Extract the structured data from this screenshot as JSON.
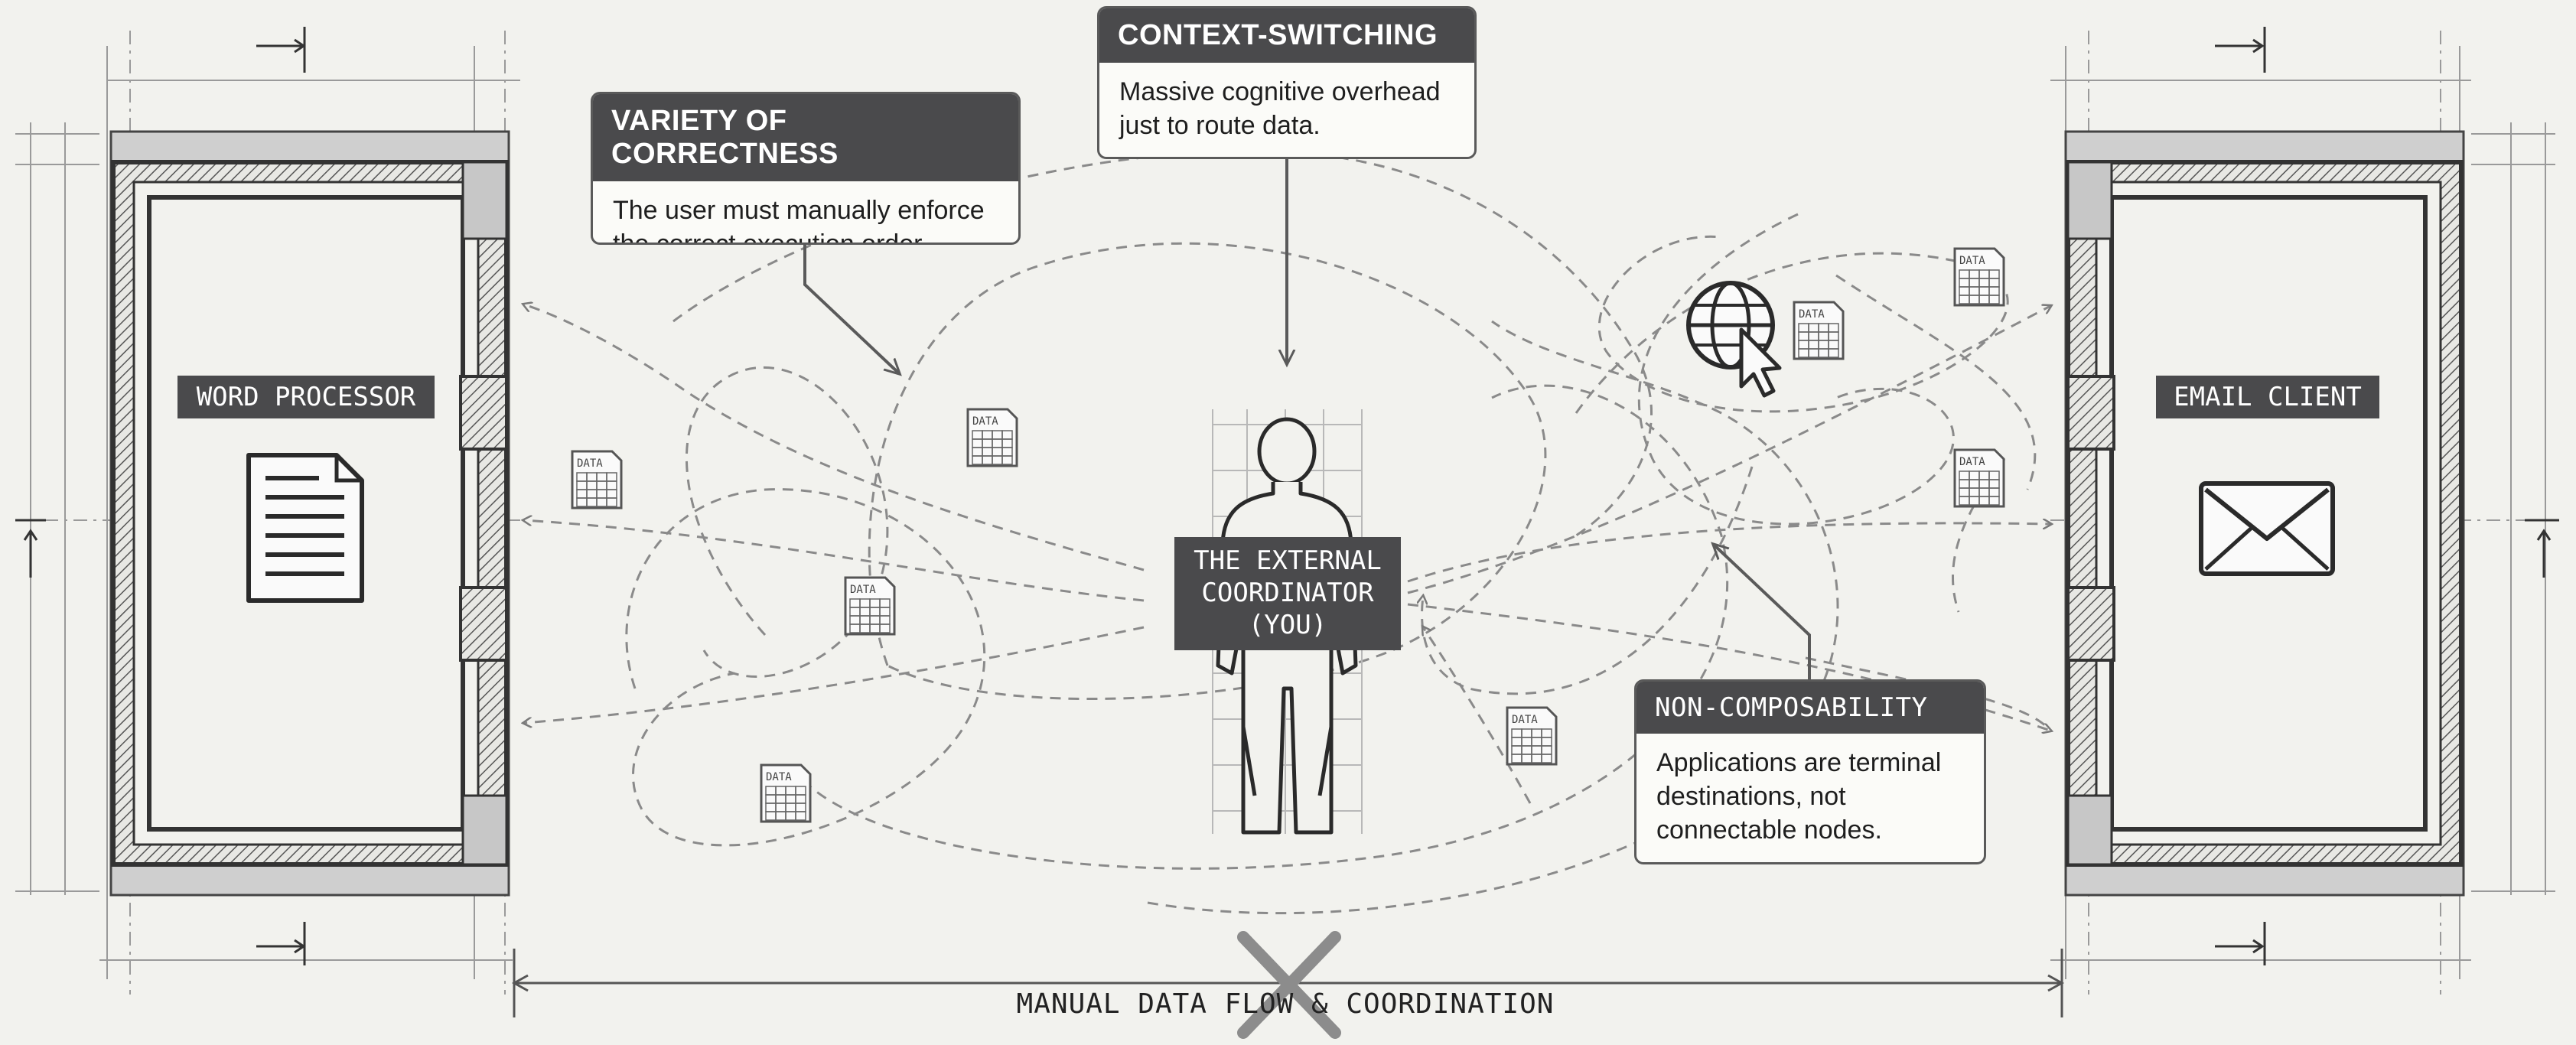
{
  "apps": {
    "left": {
      "label": "WORD PROCESSOR",
      "icon": "document-icon"
    },
    "right": {
      "label": "EMAIL CLIENT",
      "icon": "envelope-icon"
    }
  },
  "coordinator": {
    "label_lines": [
      "THE EXTERNAL",
      "COORDINATOR",
      "(YOU)"
    ]
  },
  "callouts": {
    "correctness": {
      "title": "VARIETY OF CORRECTNESS",
      "body": "The user must manually enforce the correct execution order."
    },
    "context_switching": {
      "title": "CONTEXT-SWITCHING",
      "body": "Massive cognitive overhead just to route data."
    },
    "non_composability": {
      "title": "NON-COMPOSABILITY",
      "body": "Applications are terminal destinations, not connectable nodes."
    }
  },
  "data_tag": "DATA",
  "bottom_label": "MANUAL DATA FLOW & COORDINATION",
  "icons": [
    "globe-cursor-icon",
    "data-file-icon",
    "cross-icon",
    "person-icon"
  ],
  "colors": {
    "background": "#f2f2ee",
    "ink": "#2a2a2a",
    "label_fill": "#4a4a4c",
    "dashed": "#8a8a8a",
    "cross": "#8c8c8c"
  }
}
